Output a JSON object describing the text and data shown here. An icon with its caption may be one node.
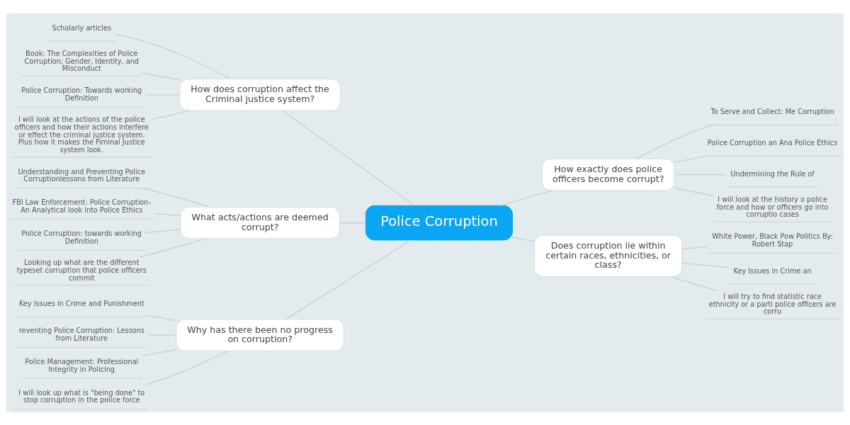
{
  "diagram": {
    "nodes": [
      {
        "text": [
          "Police Corruption"
        ]
      },
      {
        "text": [
          "How does corruption affect the Criminal justice system?"
        ]
      },
      {
        "text": [
          "Scholarly articles"
        ]
      },
      {
        "text": [
          "Book: The Complexities of Police Corruption; Gender, Identity, and Misconduct"
        ]
      },
      {
        "text": [
          "Police Corruption: Towards working Definition"
        ]
      },
      {
        "text": [
          "I will look at the actions of the police officers and how their actions interfere or effect the criminal justice system. Plus how it makes the Fiminal Justice system look."
        ]
      },
      {
        "text": [
          "What acts/actions are deemed corrupt?"
        ]
      },
      {
        "text": [
          "Understanding and Preventing Police Corruptionlessons from Literature"
        ]
      },
      {
        "text": [
          "FBI Law Enforcement: Police Corruption- An Analytical look into Police Ethics"
        ]
      },
      {
        "text": [
          "Police Corruption: towards working Definition"
        ]
      },
      {
        "text": [
          "Looking up what are the different typeset corruption that police officers commit"
        ]
      },
      {
        "text": [
          "Why has there been no progress on corruption?"
        ]
      },
      {
        "text": [
          "Key Issues in Crime and Punishment"
        ]
      },
      {
        "text": [
          "reventing Police Corruption: Lessons from Literature"
        ]
      },
      {
        "text": [
          "Police Management: Professional Integrity in Policing"
        ]
      },
      {
        "text": [
          "I will look up what is \"being done\" to stop corruption in the police force"
        ]
      },
      {
        "text": [
          "How exactly does police officers become corrupt?"
        ]
      },
      {
        "text": [
          "To Serve and Collect: Me Corruption"
        ]
      },
      {
        "text": [
          "Police Corruption an Ana Police Ethics"
        ]
      },
      {
        "text": [
          "Undermining the Rule of"
        ]
      },
      {
        "text": [
          "I will look at the history o police force and how or officers go into corruptio cases"
        ]
      },
      {
        "text": [
          "Does corruption lie within certain races, ethnicities, or class?"
        ]
      },
      {
        "text": [
          "White Power, Black Pow Politics By: Robert Stap"
        ]
      },
      {
        "text": [
          "Key Issues in Crime an"
        ]
      },
      {
        "text": [
          "I will try to find statistic race ethnicity or a parti police officers are corru"
        ]
      }
    ],
    "edges": [
      {
        "from": 2,
        "to": 1,
        "arrow": "none"
      },
      {
        "from": 3,
        "to": 1,
        "arrow": "none"
      },
      {
        "from": 4,
        "to": 1,
        "arrow": "none"
      },
      {
        "from": 5,
        "to": 1,
        "arrow": "none"
      },
      {
        "from": 1,
        "to": 0,
        "arrow": "none"
      },
      {
        "from": 7,
        "to": 6,
        "arrow": "none"
      },
      {
        "from": 8,
        "to": 6,
        "arrow": "none"
      },
      {
        "from": 9,
        "to": 6,
        "arrow": "none"
      },
      {
        "from": 10,
        "to": 6,
        "arrow": "none"
      },
      {
        "from": 6,
        "to": 0,
        "arrow": "none"
      },
      {
        "from": 12,
        "to": 11,
        "arrow": "none"
      },
      {
        "from": 13,
        "to": 11,
        "arrow": "none"
      },
      {
        "from": 14,
        "to": 11,
        "arrow": "none"
      },
      {
        "from": 15,
        "to": 11,
        "arrow": "none"
      },
      {
        "from": 11,
        "to": 0,
        "arrow": "none"
      },
      {
        "from": 0,
        "to": 16,
        "arrow": "none"
      },
      {
        "from": 16,
        "to": 17,
        "arrow": "none"
      },
      {
        "from": 16,
        "to": 18,
        "arrow": "none"
      },
      {
        "from": 16,
        "to": 19,
        "arrow": "none"
      },
      {
        "from": 16,
        "to": 20,
        "arrow": "none"
      },
      {
        "from": 0,
        "to": 21,
        "arrow": "none"
      },
      {
        "from": 21,
        "to": 22,
        "arrow": "none"
      },
      {
        "from": 21,
        "to": 23,
        "arrow": "none"
      },
      {
        "from": 21,
        "to": 24,
        "arrow": "none"
      }
    ]
  }
}
